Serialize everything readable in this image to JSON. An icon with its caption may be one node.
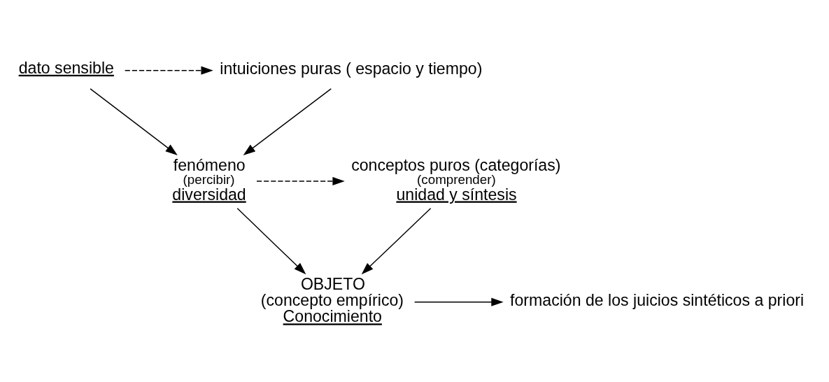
{
  "diagram": {
    "nodes": [
      {
        "text": [
          "dato sensible"
        ]
      },
      {
        "text": [
          "intuiciones puras ( espacio y tiempo)"
        ]
      },
      {
        "text": [
          "fenómeno",
          "(percibir)",
          "diversidad"
        ]
      },
      {
        "text": [
          "conceptos puros (categorías)",
          "(comprender)",
          "unidad y síntesis"
        ]
      },
      {
        "text": [
          "OBJETO",
          "(concepto empírico)",
          "Conocimiento"
        ]
      },
      {
        "text": [
          "formación de los juicios sintéticos a priori"
        ]
      }
    ],
    "edges": [
      {
        "from": 0,
        "to": 1,
        "arrow": "to",
        "style": "dashed"
      },
      {
        "from": 0,
        "to": 2,
        "arrow": "to"
      },
      {
        "from": 1,
        "to": 2,
        "arrow": "to"
      },
      {
        "from": 2,
        "to": 3,
        "arrow": "to",
        "style": "dashed"
      },
      {
        "from": 2,
        "to": 4,
        "arrow": "to"
      },
      {
        "from": 3,
        "to": 4,
        "arrow": "to"
      },
      {
        "from": 4,
        "to": 5,
        "arrow": "to"
      }
    ]
  }
}
